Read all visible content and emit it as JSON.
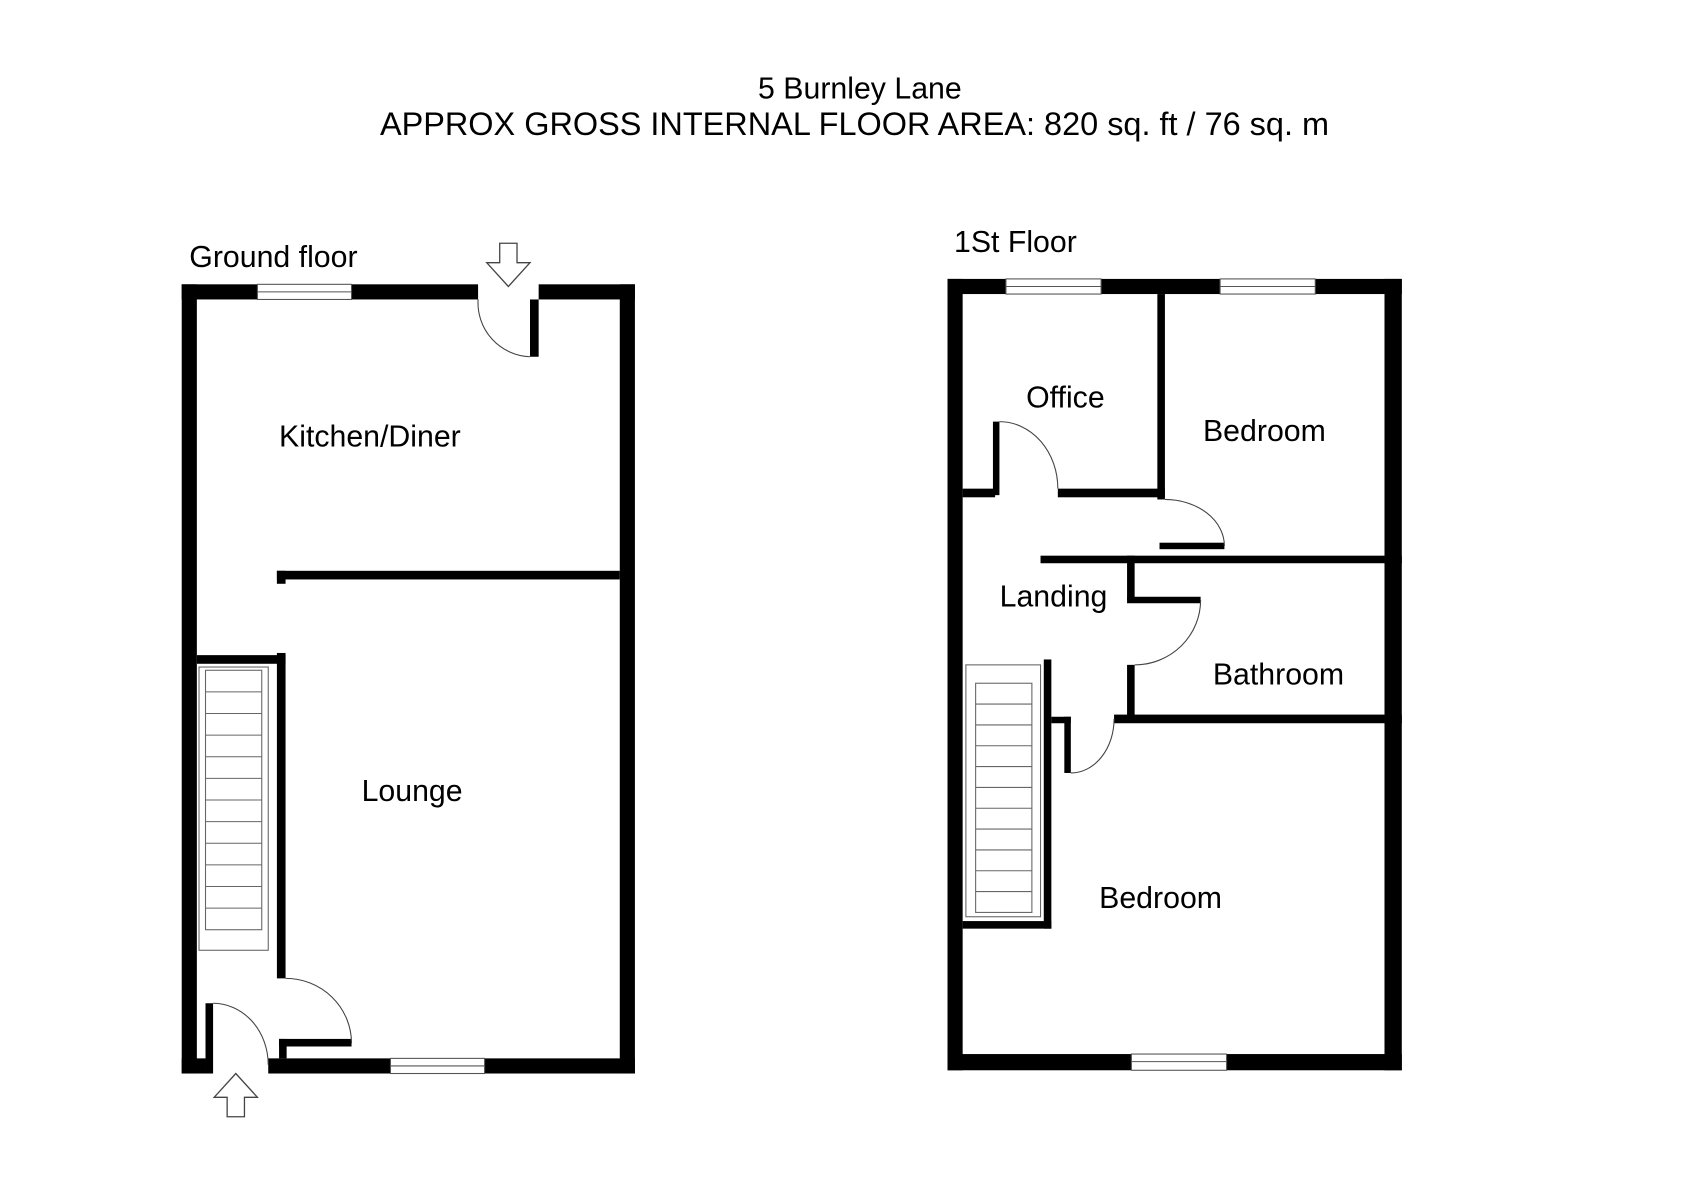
{
  "title": {
    "address": "5 Burnley Lane",
    "area": "APPROX GROSS INTERNAL FLOOR AREA:  820 sq. ft / 76 sq. m"
  },
  "ground_floor": {
    "label": "Ground floor",
    "rooms": [
      "Kitchen/Diner",
      "Lounge"
    ]
  },
  "first_floor": {
    "label": "1St Floor",
    "rooms": [
      "Office",
      "Bedroom",
      "Landing",
      "Bathroom",
      "Bedroom"
    ]
  }
}
